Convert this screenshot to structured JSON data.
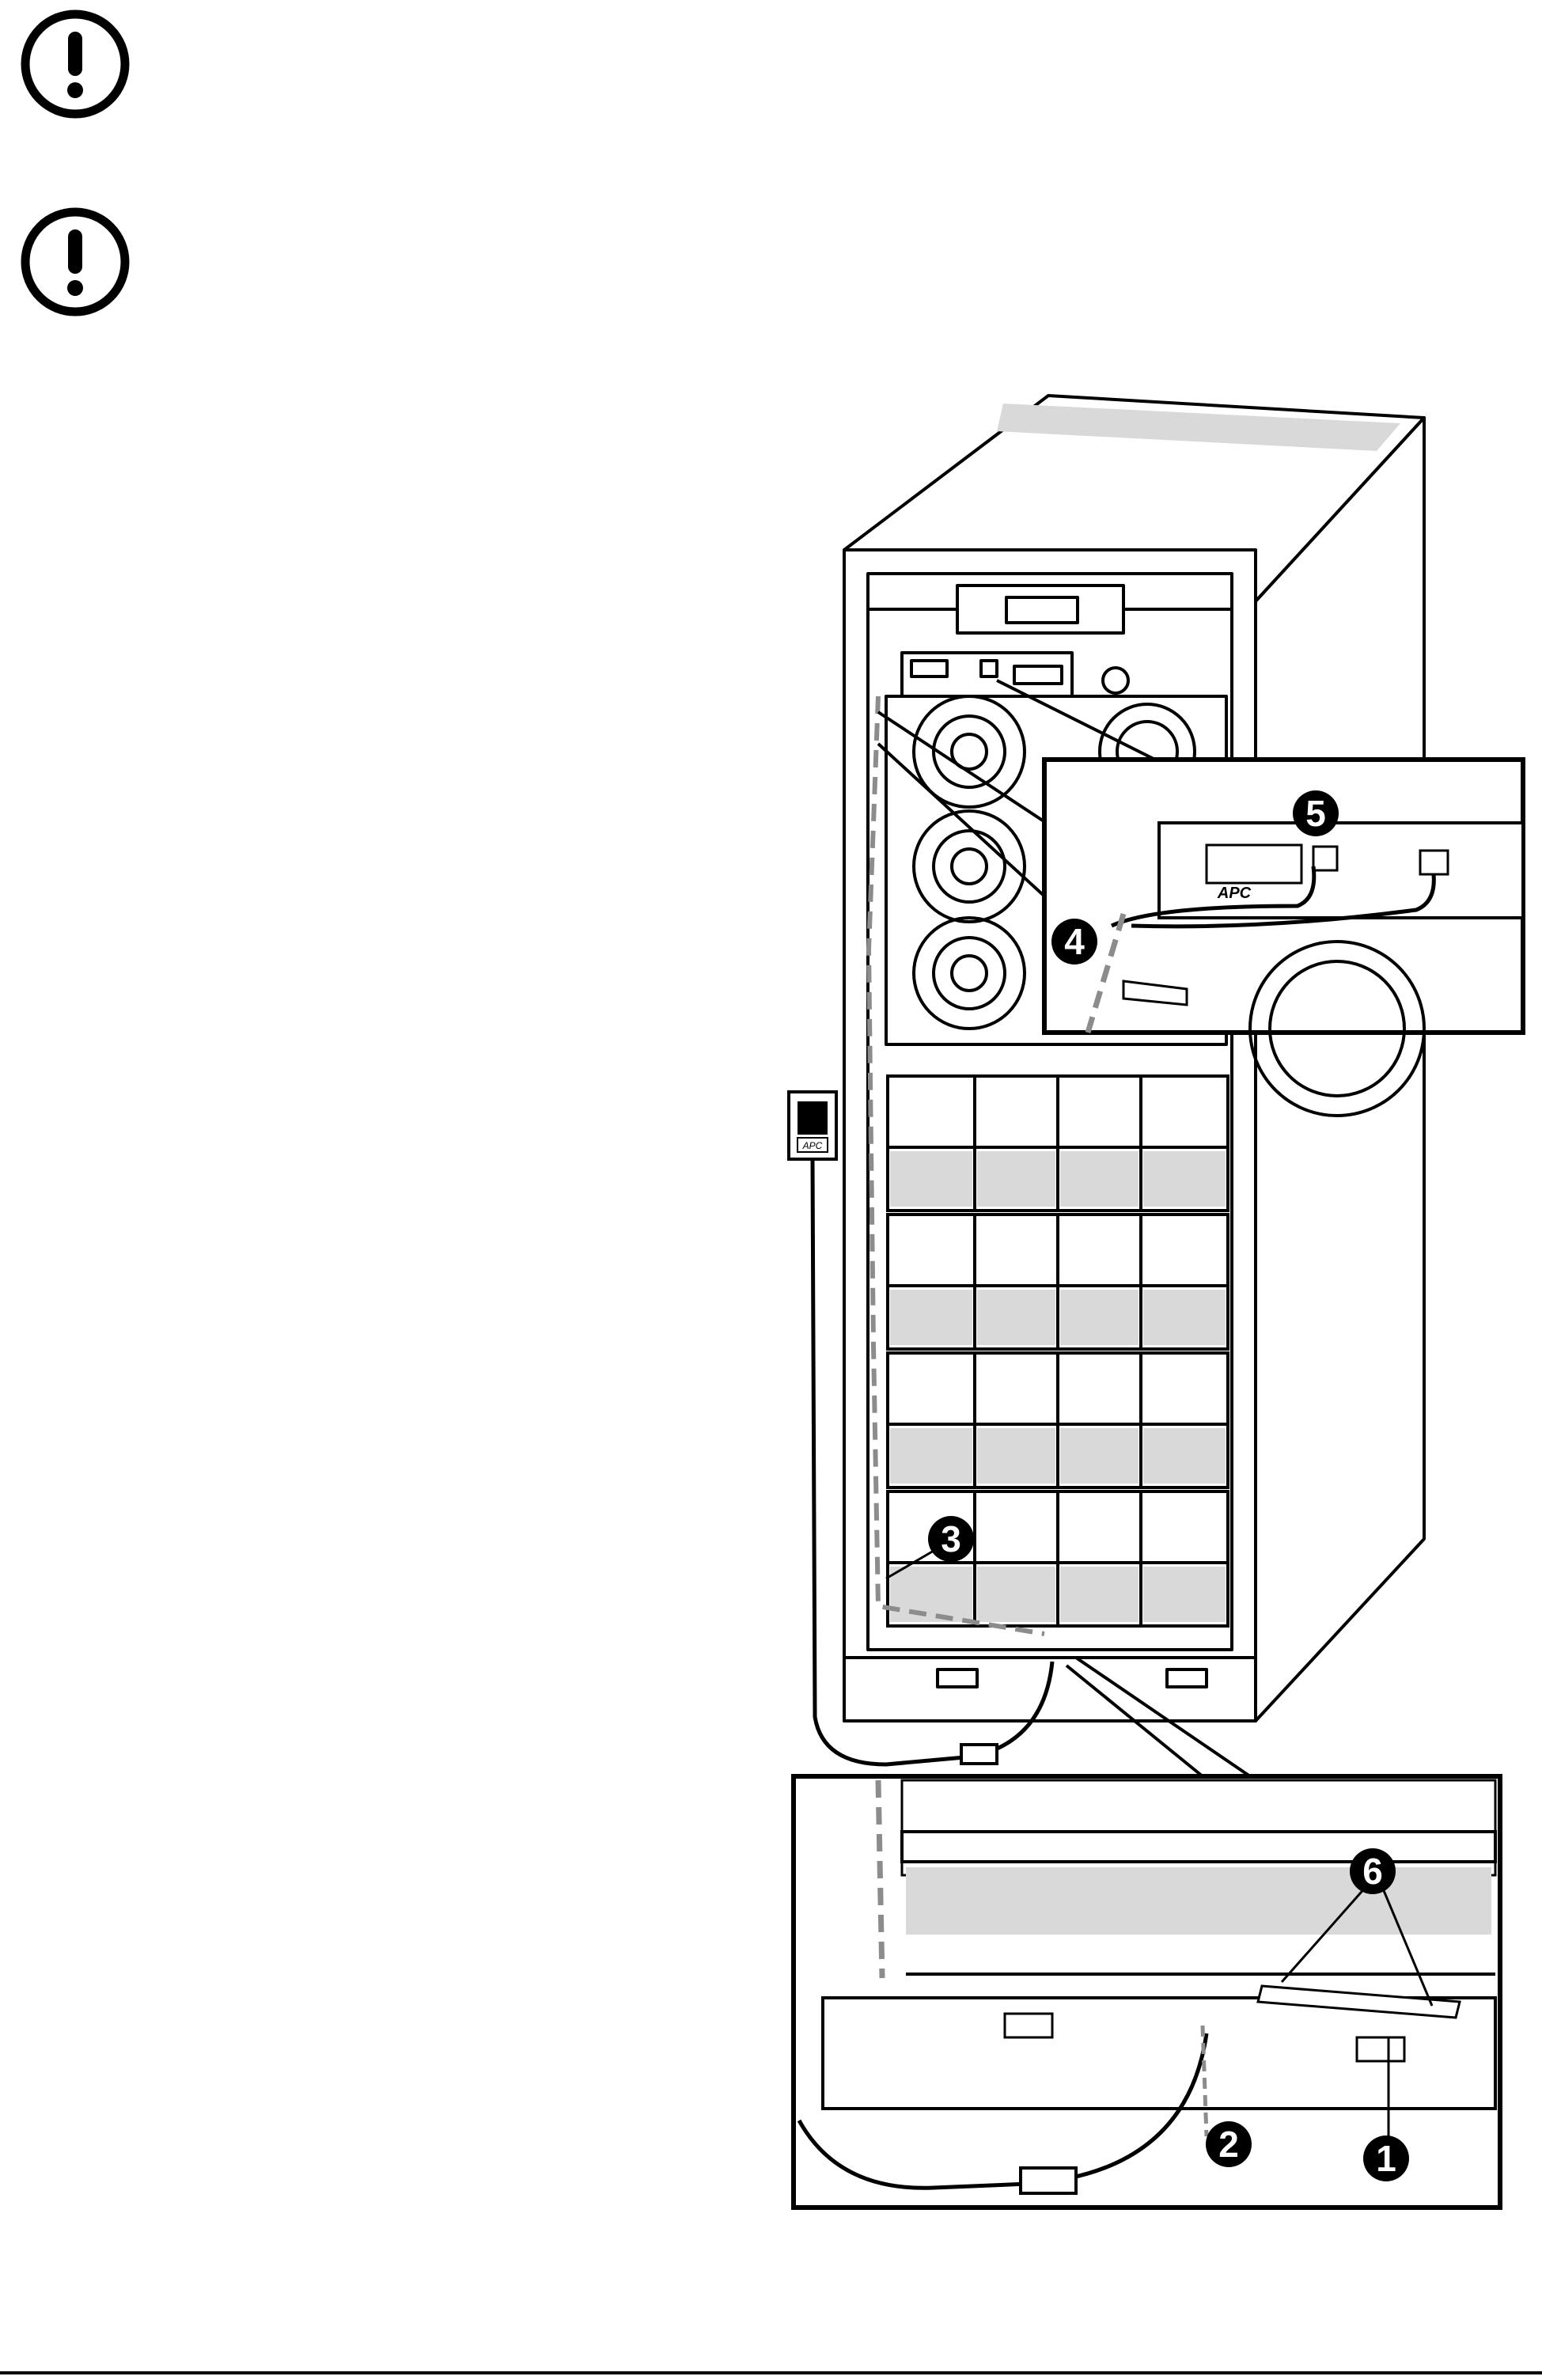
{
  "icons": {
    "caution_1": "caution-exclamation-icon",
    "caution_2": "caution-exclamation-icon"
  },
  "colors": {
    "line": "#000000",
    "panel_grey": "#d9d9d9",
    "dashed_cable": "#8c8c8c",
    "background": "#ffffff"
  },
  "device": {
    "front_panel_brand": "APC",
    "sensor_brand": "APC"
  },
  "callouts": [
    "1",
    "2",
    "3",
    "4",
    "5",
    "6"
  ]
}
